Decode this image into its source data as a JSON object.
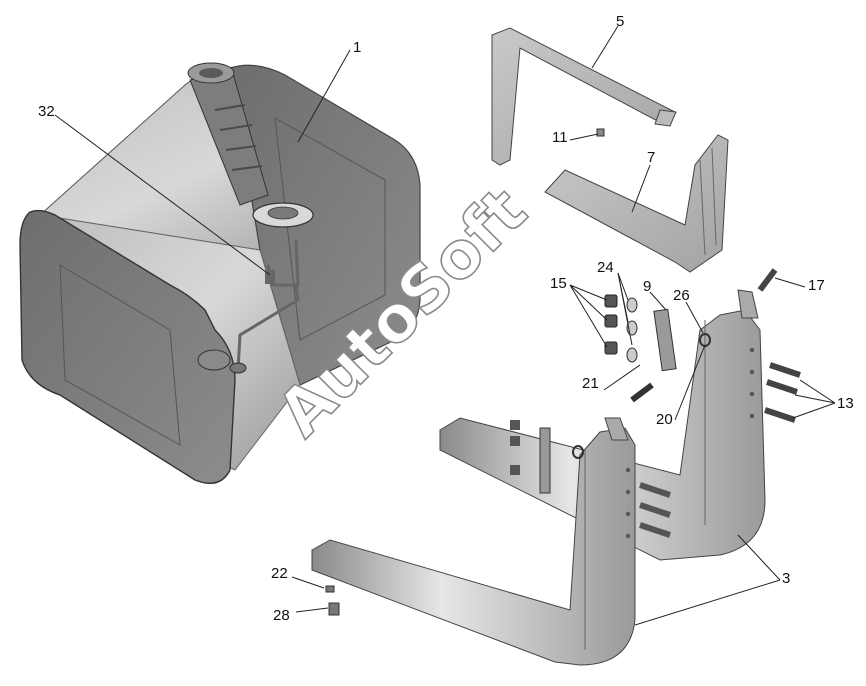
{
  "watermark": "AutoSoft",
  "callouts": {
    "c1": "1",
    "c32": "32",
    "c5": "5",
    "c11": "11",
    "c7": "7",
    "c24": "24",
    "c15": "15",
    "c9": "9",
    "c26": "26",
    "c17": "17",
    "c21": "21",
    "c20": "20",
    "c13": "13",
    "c3": "3",
    "c22": "22",
    "c28": "28"
  }
}
